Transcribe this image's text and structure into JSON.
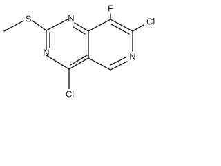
{
  "atoms": {
    "fluorine": "F",
    "chlorine_top": "Cl",
    "chlorine_bottom": "Cl",
    "nitrogen_upper": "N",
    "nitrogen_lower": "N",
    "nitrogen_pyridine": "N",
    "sulfur": "S"
  },
  "colors": {
    "ink": "#1e1e1e",
    "background": "#ffffff"
  }
}
